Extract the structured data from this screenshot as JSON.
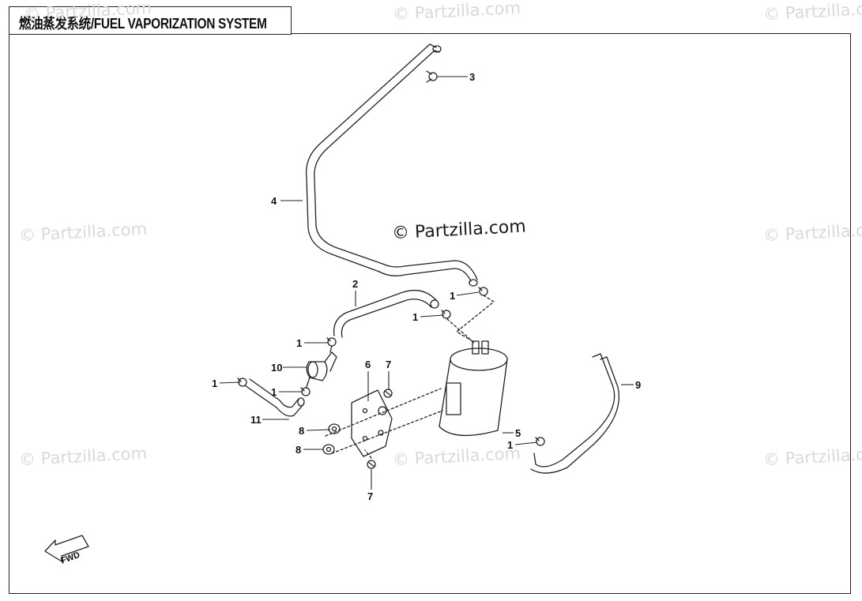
{
  "title": "燃油蒸发系统/FUEL VAPORIZATION SYSTEM",
  "watermark_main": "© Partzilla.com",
  "watermark_faint": "© Partzilla.com",
  "fwd_label": "FWD",
  "callouts": {
    "c3": "3",
    "c4": "4",
    "c2": "2",
    "c1a": "1",
    "c1b": "1",
    "c1c": "1",
    "c1d": "1",
    "c1e": "1",
    "c1f": "1",
    "c10": "10",
    "c11": "11",
    "c6": "6",
    "c7a": "7",
    "c7b": "7",
    "c8a": "8",
    "c8b": "8",
    "c5": "5",
    "c9": "9"
  }
}
